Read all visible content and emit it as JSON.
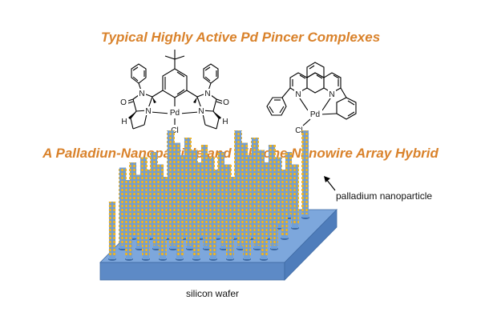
{
  "title_pincer": "Typical Highly Active Pd Pincer Complexes",
  "title_hybrid": "A Palladiun-Nanoparticle and Silicone Nanowire Array Hybrid",
  "complex1": {
    "atoms": {
      "O_left": "O",
      "O_right": "O",
      "N_lt": "N",
      "N_rt": "N",
      "N_lb": "N",
      "N_rb": "N",
      "Pd": "Pd",
      "Cl": "Cl",
      "H_left": "H",
      "H_right": "H"
    }
  },
  "complex2": {
    "atoms": {
      "N_left": "N",
      "N_right": "N",
      "Pd": "Pd",
      "Cl": "Cl"
    }
  },
  "hybrid": {
    "label_nanoparticle": "palladium nanoparticle",
    "label_wafer": "silicon wafer",
    "colors": {
      "wafer_top": "#7da7dc",
      "wafer_side": "#5d8ac6",
      "nanowire": "#6f9fd8",
      "nanoparticle": "#f2bc2c",
      "title": "#d9822b"
    }
  }
}
